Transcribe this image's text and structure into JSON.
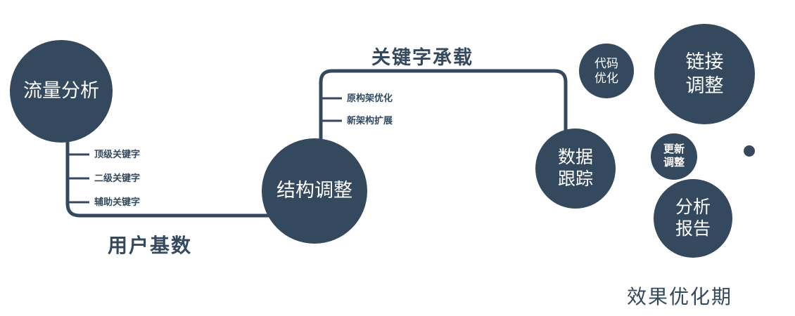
{
  "colors": {
    "primary": "#34495e",
    "text_on_circle": "#ffffff"
  },
  "nodes": {
    "traffic": {
      "label": "流量分析"
    },
    "structure": {
      "label": "结构调整"
    },
    "tracking": {
      "label": "数据\n跟踪"
    },
    "code": {
      "label": "代码\n优化"
    },
    "link": {
      "label": "链接\n调整"
    },
    "update": {
      "label": "更新\n调整"
    },
    "report": {
      "label": "分析\n报告"
    }
  },
  "branches": {
    "traffic": [
      "顶级关键字",
      "二级关键字",
      "辅助关键字"
    ],
    "structure": [
      "原构架优化",
      "新架构扩展"
    ]
  },
  "edges": {
    "user_base_label": "用户基数",
    "keyword_carry_label": "关键字承载"
  },
  "footer": "效果优化期"
}
